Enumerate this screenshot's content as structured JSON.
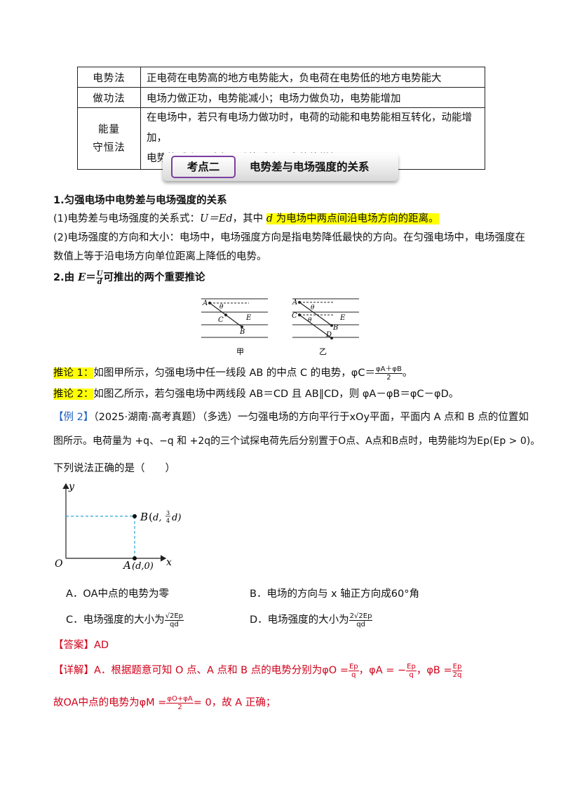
{
  "table": {
    "rows": [
      {
        "method": "电势法",
        "desc": "正电荷在电势高的地方电势能大，负电荷在电势低的地方电势能大"
      },
      {
        "method": "做功法",
        "desc": "电场力做正功，电势能减小；电场力做负功，电势能增加"
      },
      {
        "method_l1": "能量",
        "method_l2": "守恒法",
        "desc_l1": "在电场中，若只有电场力做功时，电荷的动能和电势能相互转化，动能增加，",
        "desc_l2": "电势能减小，反之，动能减小，电势能增加"
      }
    ]
  },
  "banner": {
    "tag": "考点二",
    "title": "电势差与电场强度的关系"
  },
  "sec1": {
    "heading": "1.匀强电场中电势差与电场强度的关系",
    "p1_prefix": "(1)电势差与电场强度的关系式：",
    "p1_formula": "U＝Ed",
    "p1_mid": "，其中 ",
    "p1_d": "d",
    "p1_highlight": " 为电场中两点间沿电场方向的距离。",
    "p2_l1": "(2)电场强度的方向和大小：电场中，电场强度方向是指电势降低最快的方向。在匀强电场中，电场强度在",
    "p2_l2": "数值上等于沿电场方向单位距离上降低的电势。"
  },
  "sec2": {
    "heading_prefix": "2.由 ",
    "heading_E": "E",
    "heading_eq": "＝",
    "heading_num": "U",
    "heading_den": "d",
    "heading_suffix": "可推出的两个重要推论"
  },
  "figures": {
    "jia": {
      "caption": "甲",
      "A": "A",
      "C": "C",
      "E": "E",
      "B": "B",
      "theta": "θ"
    },
    "yi": {
      "caption": "乙",
      "A": "A",
      "C": "C",
      "E": "E",
      "B": "B",
      "D": "D",
      "theta": "θ"
    }
  },
  "inference1": {
    "label": "推论 1：",
    "text": "如图甲所示，匀强电场中任一线段 AB 的中点 C 的电势，φC＝",
    "num": "φA＋φB",
    "den": "2",
    "end": "。"
  },
  "inference2": {
    "label": "推论 2：",
    "text": "如图乙所示，若匀强电场中两线段 AB＝CD 且 AB∥CD，则 φA－φB＝φC－φD。"
  },
  "example": {
    "tag": "【例 2】",
    "l1": "（2025·湖南·高考真题）（多选）一匀强电场的方向平行于xOy平面，平面内 A 点和 B 点的位置如",
    "l2": "图所示。电荷量为 +q、−q 和 +2q的三个试探电荷先后分别置于O点、A点和B点时，电势能均为Ep(Ep > 0)。",
    "l3": "下列说法正确的是（　　）"
  },
  "graph": {
    "y": "y",
    "x": "x",
    "O": "O",
    "B_label": "B",
    "B_coord_d": "d,",
    "B_coord_num": "3",
    "B_coord_den": "4",
    "B_coord_end": "d)",
    "A_label": "A",
    "A_coord": "(d,0)"
  },
  "options": {
    "A": "A．OA中点的电势为零",
    "B": "B．电场的方向与 x 轴正方向成60°角",
    "C_prefix": "C．电场强度的大小为",
    "C_num": "√2Ep",
    "C_den": "qd",
    "D_prefix": "D．电场强度的大小为",
    "D_num": "2√2Ep",
    "D_den": "qd"
  },
  "answer": {
    "label": "【答案】",
    "value": "AD"
  },
  "detail": {
    "label": "【详解】",
    "l1_text": "A．根据题意可知 O 点、A 点和 B 点的电势分别为φO =",
    "f1_num": "Ep",
    "f1_den": "q",
    "sep1": "，φA = −",
    "f2_num": "Ep",
    "f2_den": "q",
    "sep2": "，φB =",
    "f3_num": "Ep",
    "f3_den": "2q",
    "l2_text": "故OA中点的电势为φM =",
    "f4_num": "φO+φA",
    "f4_den": "2",
    "l2_end": "= 0，故 A 正确；"
  }
}
